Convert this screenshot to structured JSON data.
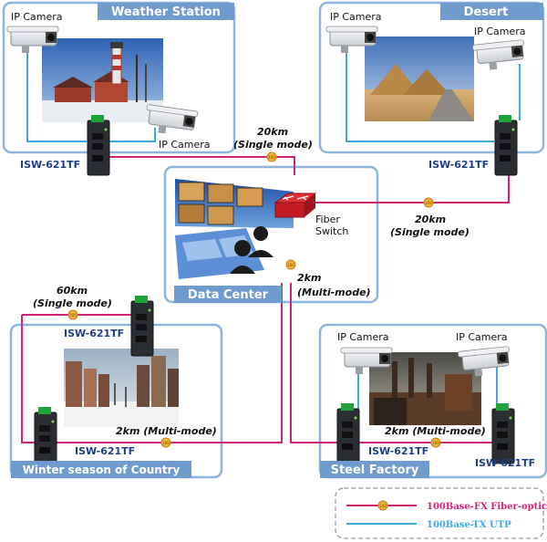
{
  "regions": {
    "weather_station": "Weather Station",
    "desert": "Desert",
    "data_center": "Data Center",
    "winter": "Winter season of Country",
    "steel_factory": "Steel Factory"
  },
  "labels": {
    "ip_camera": "IP Camera",
    "switch_model": "ISW-621TF",
    "fiber_switch_line1": "Fiber",
    "fiber_switch_line2": "Switch"
  },
  "links": {
    "weather": {
      "distance": "20km",
      "mode": "(Single mode)"
    },
    "desert": {
      "distance": "20km",
      "mode": "(Single mode)"
    },
    "datacenter": {
      "distance": "2km",
      "mode": "(Multi-mode)"
    },
    "winter_uplink": {
      "distance": "60km",
      "mode": "(Single mode)"
    },
    "winter_local": "2km (Multi-mode)",
    "steel_local": "2km (Multi-mode)"
  },
  "port_badge": "100",
  "legend": {
    "fiber": "100Base-FX Fiber-optic",
    "utp": "100Base-TX UTP"
  },
  "colors": {
    "fiber": "#d4237a",
    "utp": "#3fa9dc",
    "panel_border": "#8db4dc",
    "tab": "#6f9bcf",
    "device_label": "#1d3f8a"
  }
}
